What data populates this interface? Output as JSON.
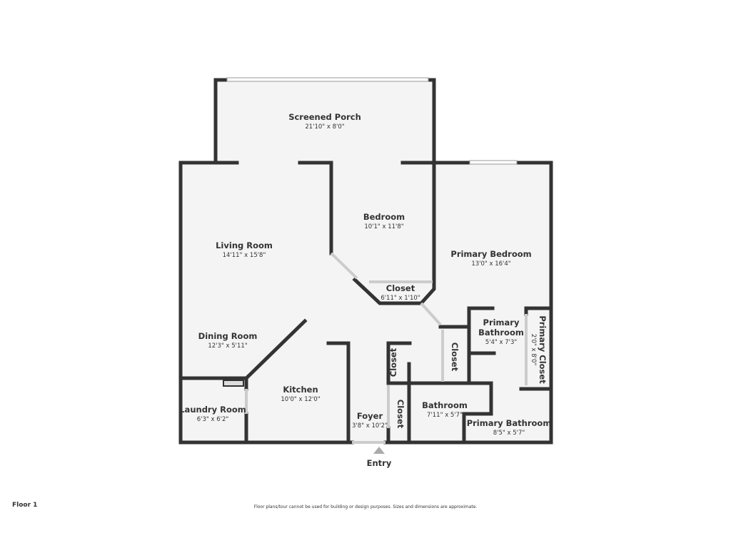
{
  "rooms": {
    "porch": {
      "name": "Screened Porch",
      "dims": "21'10\" x 8'0\""
    },
    "bedroom": {
      "name": "Bedroom",
      "dims": "10'1\" x 11'8\""
    },
    "living": {
      "name": "Living Room",
      "dims": "14'11\" x 15'8\""
    },
    "primary_bedroom": {
      "name": "Primary Bedroom",
      "dims": "13'0\" x 16'4\""
    },
    "closet_bed": {
      "name": "Closet",
      "dims": "6'11\" x 1'10\""
    },
    "primary_bath_upper": {
      "name1": "Primary",
      "name2": "Bathroom",
      "dims": "5'4\" x 7'3\""
    },
    "primary_closet": {
      "name": "Primary Closet",
      "dims": "2'0\" x 8'0\""
    },
    "dining": {
      "name": "Dining Room",
      "dims": "12'3\" x 5'11\""
    },
    "closet_hall": {
      "name": "Closet"
    },
    "closet_foyer_upper": {
      "name": "Closet"
    },
    "closet_foyer_lower": {
      "name": "Closet"
    },
    "kitchen": {
      "name": "Kitchen",
      "dims": "10'0\" x 12'0\""
    },
    "laundry": {
      "name": "Laundry Room",
      "dims": "6'3\" x 6'2\""
    },
    "foyer": {
      "name": "Foyer",
      "dims": "3'8\" x 10'2\""
    },
    "bathroom": {
      "name": "Bathroom",
      "dims": "7'11\" x 5'7\""
    },
    "primary_bath_lower": {
      "name": "Primary Bathroom",
      "dims": "8'5\" x 5'7\""
    }
  },
  "entry": "Entry",
  "floor_label": "Floor 1",
  "disclaimer": "Floor plans/tour cannot be used for building or design purposes. Sizes and dimensions are approximate.",
  "colors": {
    "wall": "#333333",
    "floor": "#f4f4f4"
  }
}
